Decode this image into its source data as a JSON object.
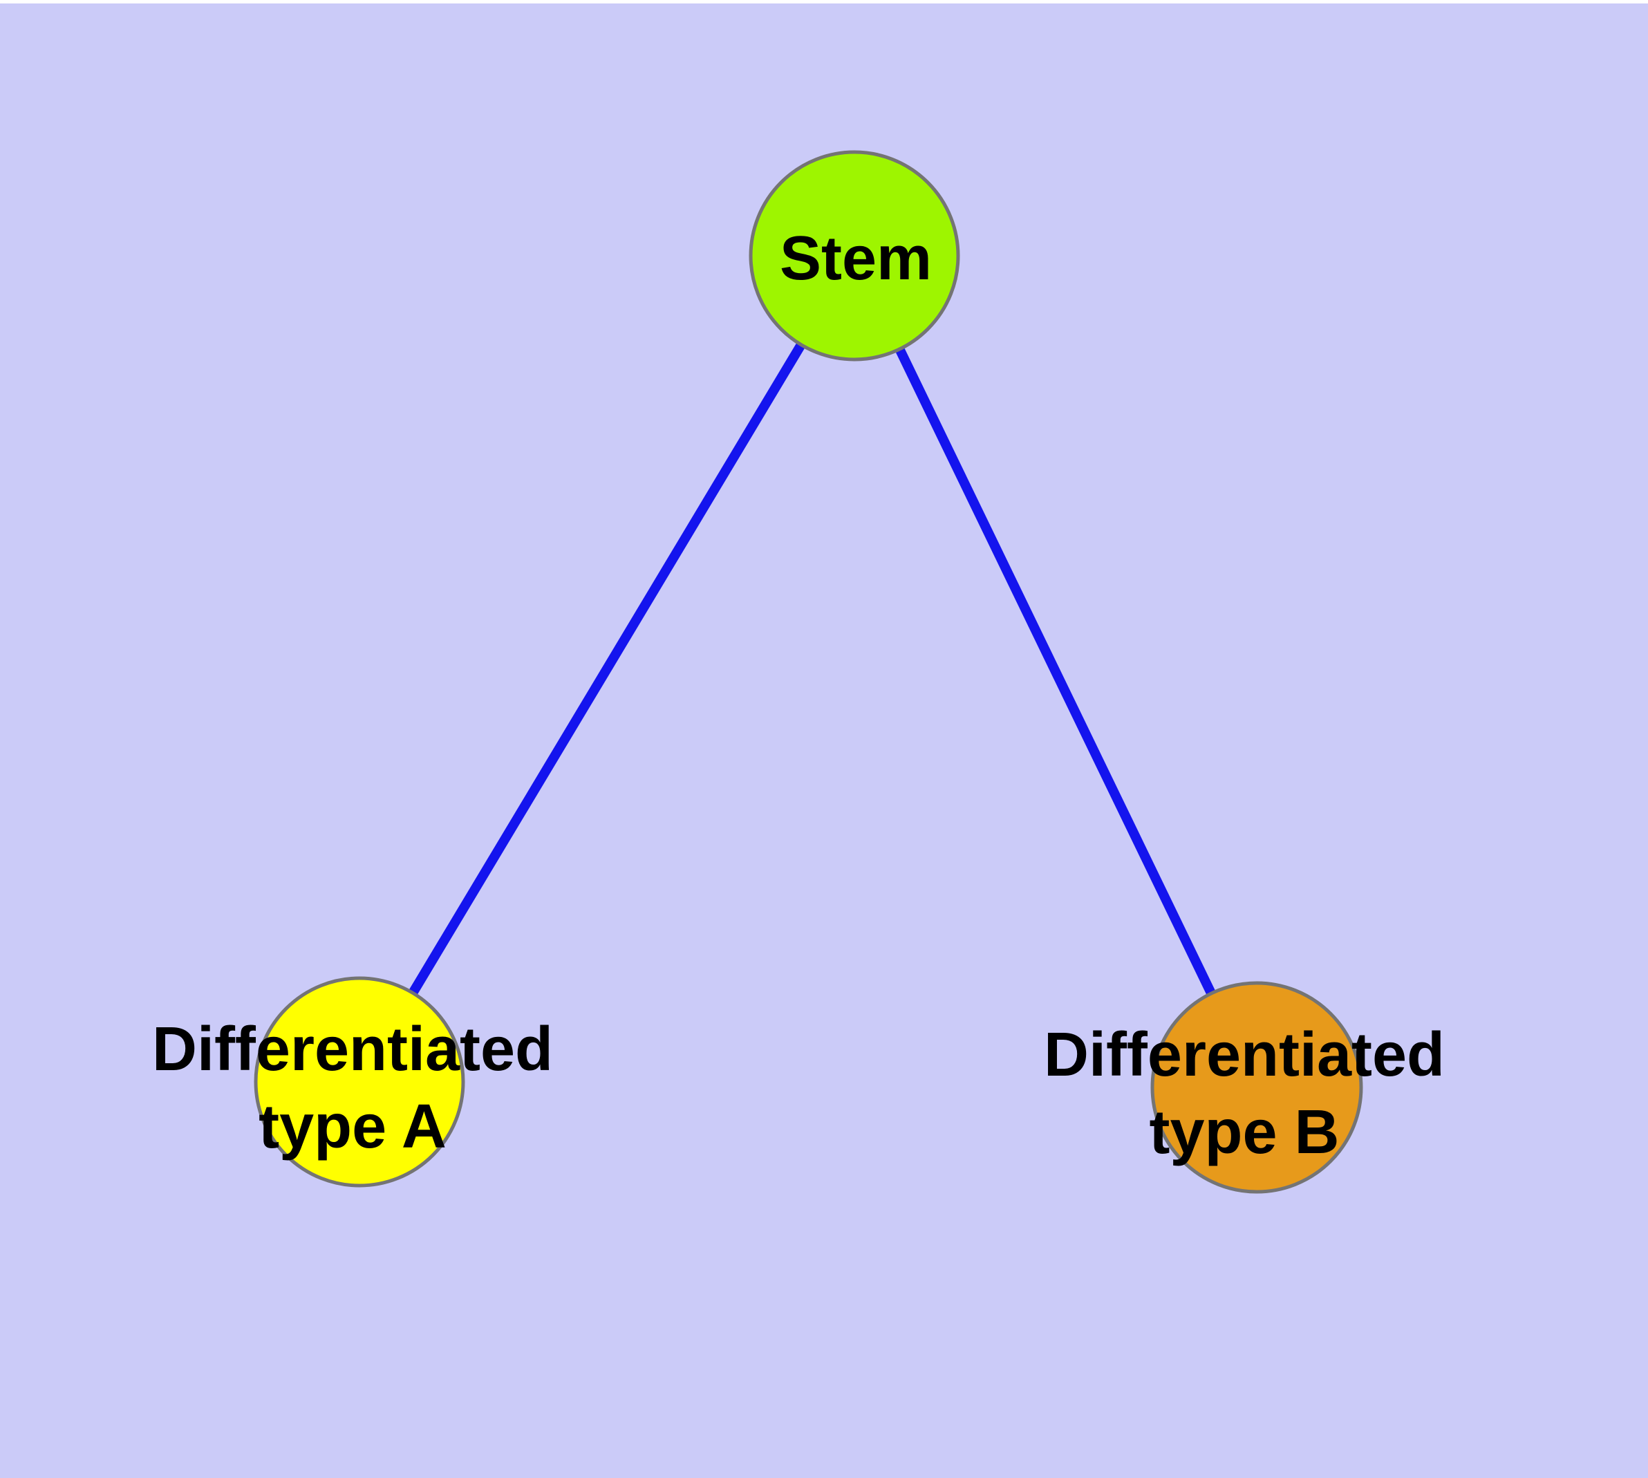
{
  "diagram": {
    "background_color": "#CBCBF8",
    "top_strip_color": "#FFFFFF",
    "edge_color": "#1414EE",
    "node_border_color": "#747474",
    "text_color": "#000000",
    "nodes": [
      {
        "id": "stem",
        "label": "Stem",
        "lines": [
          "Stem"
        ],
        "color": "#9EF500"
      },
      {
        "id": "differentiated-type-a",
        "label": "Differentiated type A",
        "lines": [
          "Differentiated",
          "type A"
        ],
        "color": "#FFFF00"
      },
      {
        "id": "differentiated-type-b",
        "label": "Differentiated type B",
        "lines": [
          "Differentiated",
          "type B"
        ],
        "color": "#E79A1B"
      }
    ],
    "edges": [
      {
        "from": "stem",
        "to": "differentiated-type-a"
      },
      {
        "from": "stem",
        "to": "differentiated-type-b"
      }
    ]
  }
}
